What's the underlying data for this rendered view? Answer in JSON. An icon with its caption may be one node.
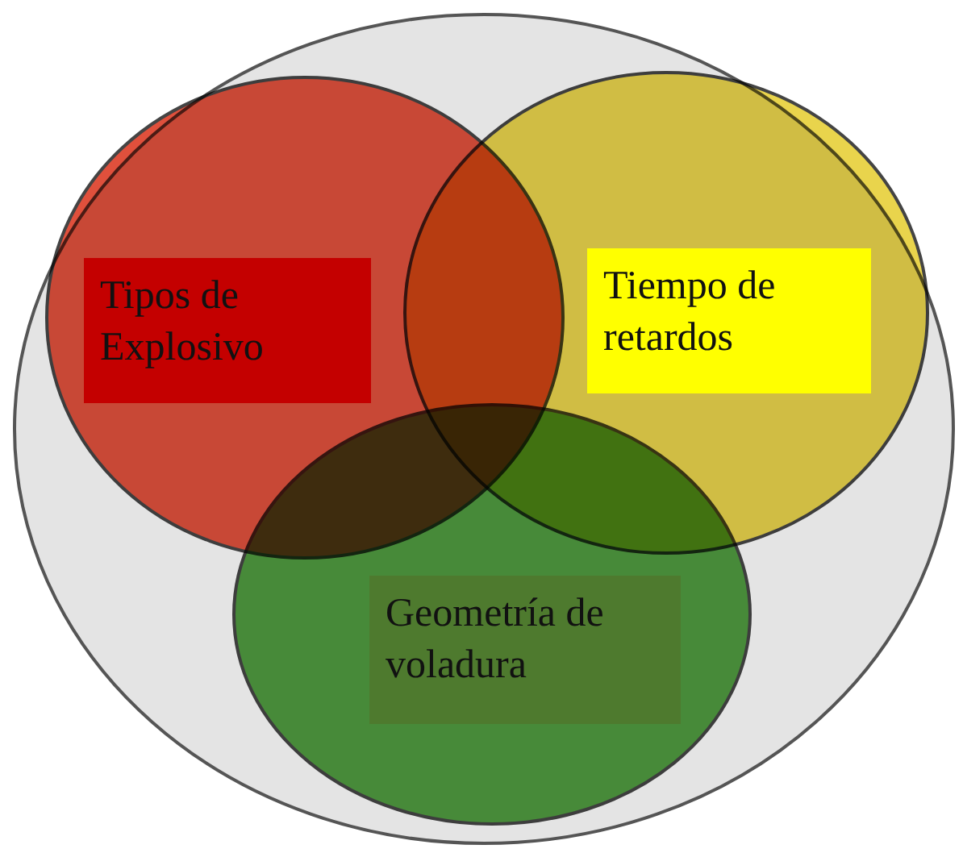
{
  "diagram": {
    "nodes": [
      {
        "text": [],
        "shape": "circle"
      },
      {
        "text": [
          "Tipos de Explosivo"
        ],
        "in": 0
      },
      {
        "text": [
          "Tiempo de retardos"
        ],
        "in": 0
      },
      {
        "text": [
          "Geometría de voladura"
        ],
        "in": 0
      }
    ]
  }
}
